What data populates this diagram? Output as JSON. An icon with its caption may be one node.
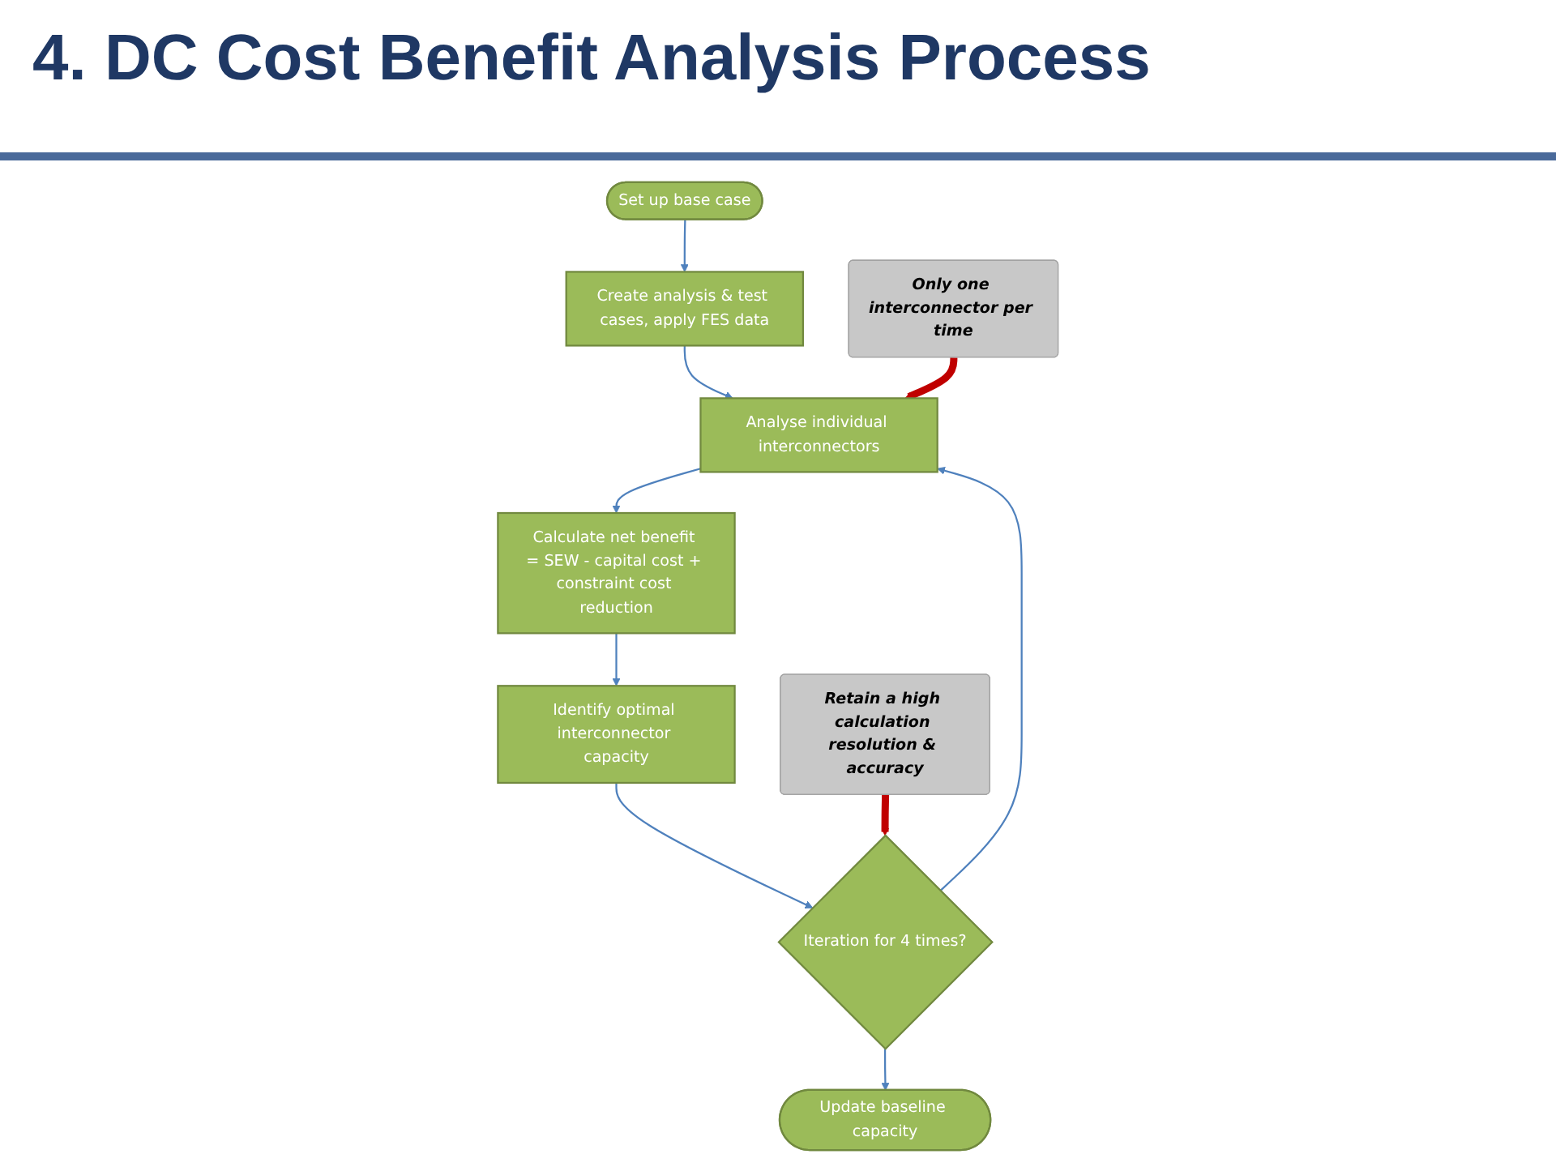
{
  "diagram": {
    "title": "4. DC Cost Benefit Analysis Process",
    "nodes": [
      {
        "text": [
          "Set up base case"
        ]
      },
      {
        "text": [
          "Create analysis & test cases, apply FES data"
        ]
      },
      {
        "text": [
          "Analyse individual interconnectors"
        ]
      },
      {
        "text": [
          "Calculate net benefit = SEW - capital cost + constraint cost reduction"
        ]
      },
      {
        "text": [
          "Identify optimal interconnector capacity"
        ]
      },
      {
        "text": [
          "Iteration for 4 times?"
        ]
      },
      {
        "text": [
          "Update baseline capacity"
        ]
      },
      {
        "text": [
          "Only one interconnector per time"
        ]
      },
      {
        "text": [
          "Retain a high calculation resolution & accuracy"
        ]
      }
    ],
    "edges": [
      {
        "from": 0,
        "to": 1,
        "arrow": "to"
      },
      {
        "from": 1,
        "to": 2,
        "arrow": "to"
      },
      {
        "from": 2,
        "to": 3,
        "arrow": "to"
      },
      {
        "from": 3,
        "to": 4,
        "arrow": "to"
      },
      {
        "from": 4,
        "to": 5,
        "arrow": "to"
      },
      {
        "from": 5,
        "to": 2,
        "arrow": "to"
      },
      {
        "from": 5,
        "to": 6,
        "arrow": "to"
      },
      {
        "from": 7,
        "to": 2,
        "arrow": "to",
        "style": "thick",
        "color": "#c00000"
      },
      {
        "from": 8,
        "to": 5,
        "arrow": "to",
        "style": "thick",
        "color": "#c00000"
      }
    ]
  }
}
